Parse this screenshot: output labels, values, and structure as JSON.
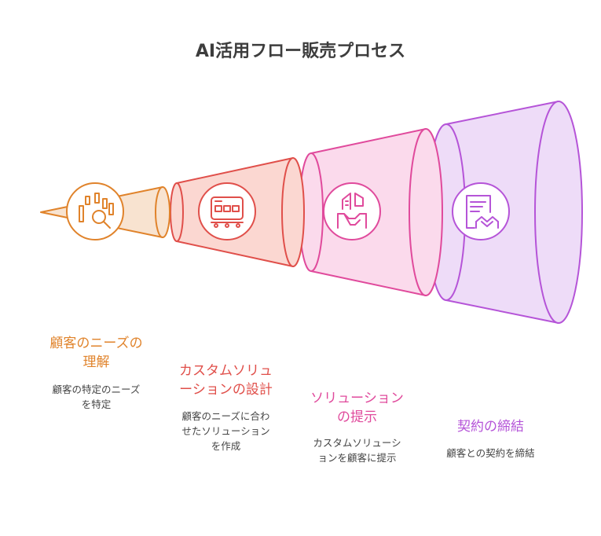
{
  "title": "AI活用フロー販売プロセス",
  "stages": [
    {
      "title_lines": [
        "顧客のニーズの",
        "理解"
      ],
      "desc_lines": [
        "顧客の特定のニーズ",
        "を特定"
      ],
      "color": "#e0832b",
      "fill": "#f8e3d0",
      "icon": "data-analysis-icon"
    },
    {
      "title_lines": [
        "カスタムソリュ",
        "ーションの設計"
      ],
      "desc_lines": [
        "顧客のニーズに合わ",
        "せたソリューション",
        "を作成"
      ],
      "color": "#e04f4a",
      "fill": "#fbd7d1",
      "icon": "conveyor-machine-icon"
    },
    {
      "title_lines": [
        "ソリューション",
        "の提示"
      ],
      "desc_lines": [
        "カスタムソリューシ",
        "ョンを顧客に提示"
      ],
      "color": "#e04a9c",
      "fill": "#fbdaec",
      "icon": "handshake-building-icon"
    },
    {
      "title_lines": [
        "契約の締結"
      ],
      "desc_lines": [
        "顧客との契約を締結"
      ],
      "color": "#b554d8",
      "fill": "#eedcf8",
      "icon": "contract-handshake-icon"
    }
  ]
}
